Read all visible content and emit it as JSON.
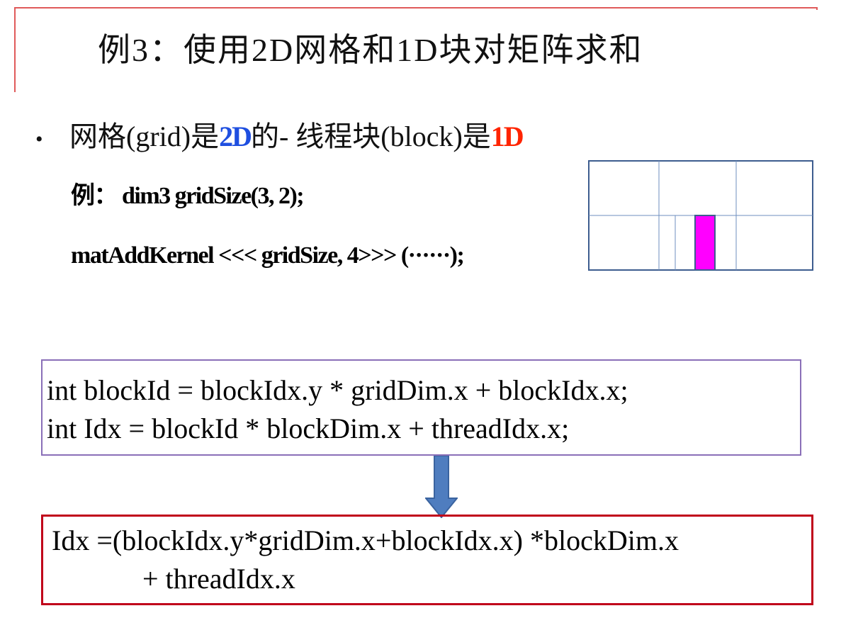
{
  "title": "例3：使用2D网格和1D块对矩阵求和",
  "bullet": {
    "prefix": "网格(grid)是",
    "grid_dim": "2D",
    "middle": "的- 线程块(block)是",
    "block_dim": "1D"
  },
  "example": {
    "label": "例：",
    "decl": "dim3  gridSize(3, 2);",
    "launch": "matAddKernel <<< gridSize, 4>>> (······);"
  },
  "diagram": {
    "border_color": "#3d5d8f",
    "highlight_color": "#ff00ff",
    "grid_cols": 3,
    "grid_rows": 2,
    "threads_per_block": 4,
    "highlighted_block": [
      1,
      1
    ],
    "highlighted_thread": 2
  },
  "code": {
    "line1": "int blockId = blockIdx.y * gridDim.x + blockIdx.x;",
    "line2": "int Idx = blockId * blockDim.x + threadIdx.x;"
  },
  "result": {
    "line1": "Idx =(blockIdx.y*gridDim.x+blockIdx.x)  *blockDim.x",
    "line2": "+ threadIdx.x"
  },
  "colors": {
    "title_border": "#e05a5a",
    "code_border": "#8a6fb8",
    "result_border": "#c0001a",
    "arrow": "#4f7dbf",
    "accent_blue": "#1f4fe0",
    "accent_red": "#ff2400"
  }
}
